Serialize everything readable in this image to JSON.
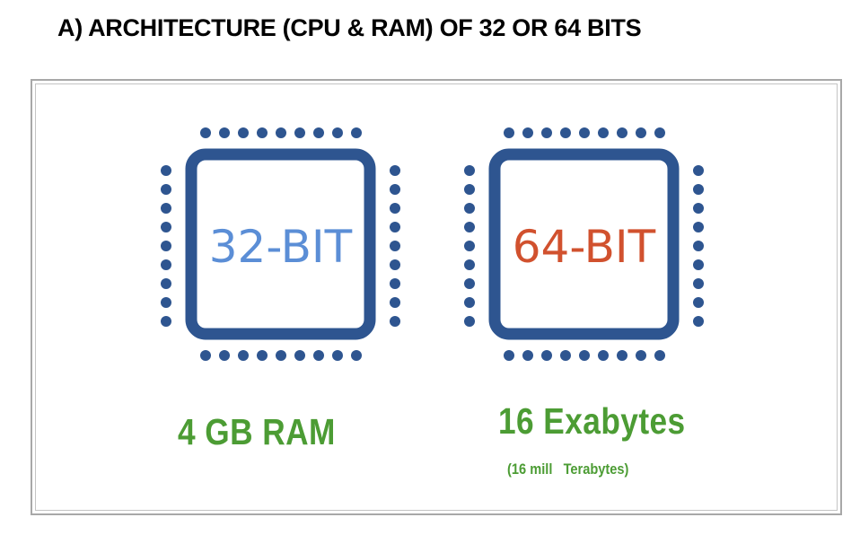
{
  "heading": "A) ARCHITECTURE (CPU & RAM) OF 32 OR 64 BITS",
  "chips": [
    {
      "label": "32-BIT",
      "label_color": "#5b8ed6",
      "caption": "4 GB  RAM"
    },
    {
      "label": "64-BIT",
      "label_color": "#d1512e",
      "caption": "16 Exabytes",
      "subcaption": "(16 mill   Terabytes)"
    }
  ],
  "colors": {
    "chip": "#2e5590",
    "caption": "#4c9c34"
  }
}
